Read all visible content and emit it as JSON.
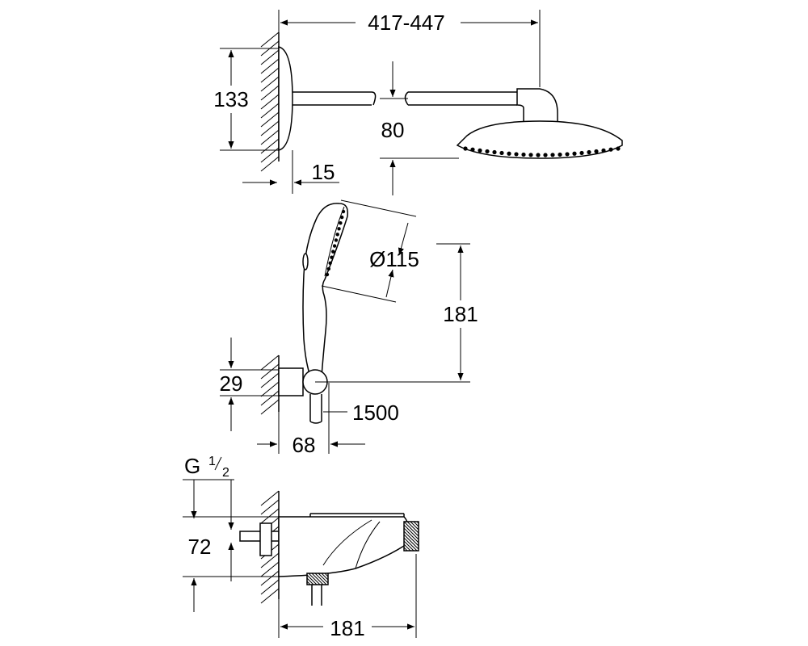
{
  "dimensions": {
    "arm_length": "417-447",
    "head_height": "133",
    "head_drop": "80",
    "flange_depth": "15",
    "hand_shower_diameter": "Ø115",
    "hand_shower_length": "181",
    "holder_height": "29",
    "hose_length": "1500",
    "holder_depth": "68",
    "thread_letter": "G",
    "thread_num": "1",
    "thread_den": "2",
    "valve_height": "72",
    "valve_depth": "181"
  }
}
